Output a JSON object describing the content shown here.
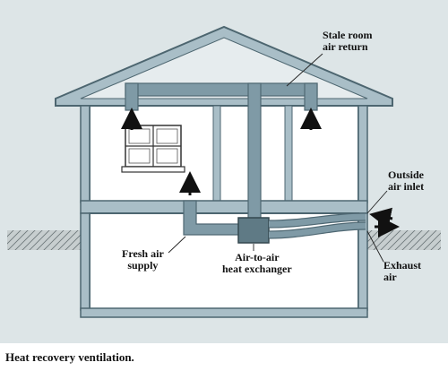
{
  "labels": {
    "stale_return": [
      "Stale room",
      "air return"
    ],
    "outside_inlet": [
      "Outside",
      "air inlet"
    ],
    "fresh_supply": [
      "Fresh air",
      "supply"
    ],
    "heat_exchanger": [
      "Air-to-air",
      "heat exchanger"
    ],
    "exhaust": [
      "Exhaust",
      "air"
    ]
  },
  "caption": "Heat recovery ventilation.",
  "colors": {
    "background_panel": "#d9e2e4",
    "house_wall": "#9fb8c2",
    "wall_outline": "#4d6670",
    "duct": "#7f9aa6",
    "duct_dark": "#4f6873",
    "ground": "#bfc7c9"
  }
}
